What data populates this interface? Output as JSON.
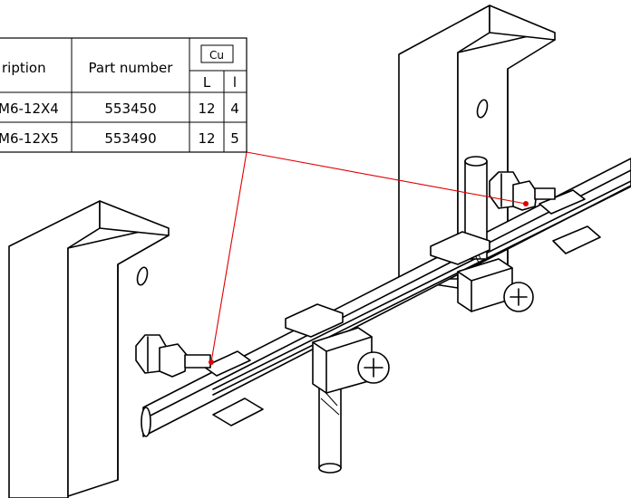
{
  "table": {
    "headers": {
      "description": "ription",
      "part_number": "Part number",
      "material": "Cu",
      "col_L": "L",
      "col_l": "l"
    },
    "rows": [
      {
        "description": "M6-12X4",
        "part_number": "553450",
        "L": "12",
        "l": "4"
      },
      {
        "description": "M6-12X5",
        "part_number": "553490",
        "L": "12",
        "l": "5"
      }
    ]
  },
  "colors": {
    "callout_line": "#e00000",
    "callout_dot": "#e00000",
    "stroke": "#000000",
    "background": "#ffffff"
  }
}
